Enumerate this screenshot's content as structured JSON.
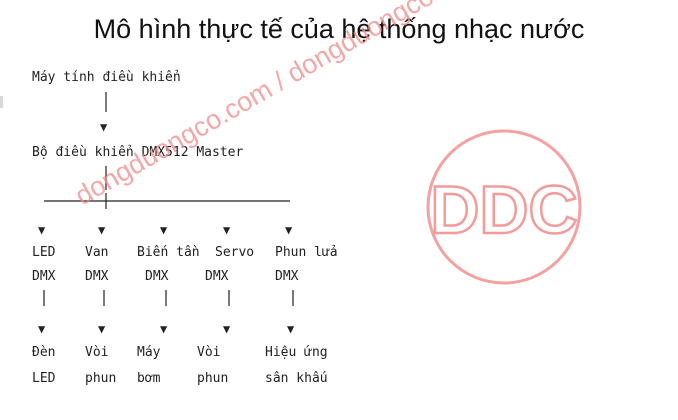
{
  "title": "Mô hình thực tế của hệ thống nhạc nước",
  "root": "Máy tính điều khiển",
  "master": "Bộ điều khiển DMX512 Master",
  "branches": [
    {
      "module1": "LED",
      "module2": "DMX",
      "device1": "Đèn",
      "device2": "LED"
    },
    {
      "module1": "Van",
      "module2": "DMX",
      "device1": "Vòi",
      "device2": "phun"
    },
    {
      "module1": "Biến tần",
      "module2": "DMX",
      "device1": "Máy",
      "device2": "bơm"
    },
    {
      "module1": "Servo",
      "module2": "DMX",
      "device1": "Vòi",
      "device2": "phun"
    },
    {
      "module1": "Phun lửa",
      "module2": "DMX",
      "device1": "Hiệu ứng",
      "device2": "sân khấu"
    }
  ],
  "glyphs": {
    "arrow": "▼",
    "pipe": "|"
  },
  "watermark": {
    "text": "dongduongco.com / dongduongco.com",
    "logo": "DDC",
    "color": "#f08a8a"
  }
}
